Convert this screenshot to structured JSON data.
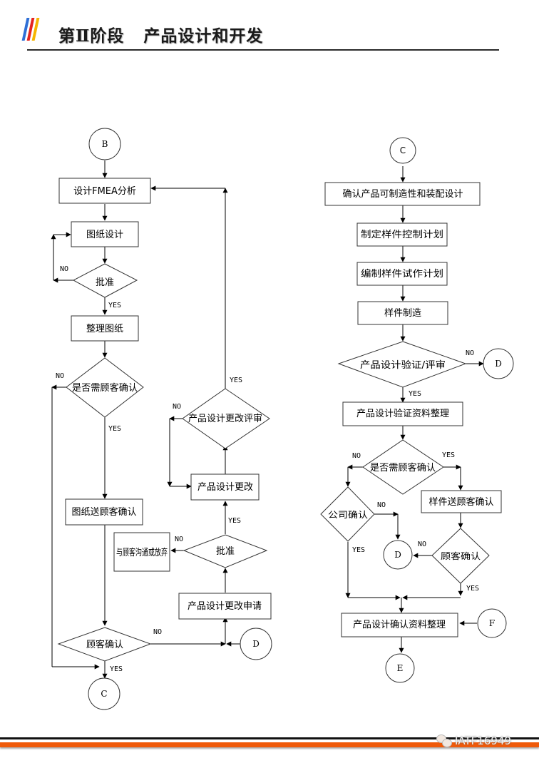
{
  "header": {
    "title": "第Ⅱ阶段   产品设计和开发",
    "chevron_colors": [
      "#2f6fd6",
      "#e52420",
      "#f6b400"
    ]
  },
  "labels": {
    "yes": "YES",
    "no": "NO"
  },
  "left_flow": {
    "start_connector": "B",
    "fmea": "设计FMEA分析",
    "drawing_design": "图纸设计",
    "approve_1": "批准",
    "organize_drawings": "整理图纸",
    "need_customer_confirm": "是否需顾客确认",
    "change_review": "产品设计更改评审",
    "design_change": "产品设计更改",
    "send_drawings": "图纸送顾客确认",
    "approve_2": "批准",
    "communicate_or_abandon": "与顾客沟通或放弃",
    "change_request": "产品设计更改申请",
    "customer_confirm": "顾客确认",
    "connector_d": "D",
    "end_connector": "C"
  },
  "right_flow": {
    "start_connector": "C",
    "manufacturability": "确认产品可制造性和装配设计",
    "sample_control_plan": "制定样件控制计划",
    "sample_trial_plan": "编制样件试作计划",
    "sample_manufacture": "样件制造",
    "verification_review": "产品设计验证/评审",
    "connector_d1": "D",
    "verification_docs": "产品设计验证资料整理",
    "need_customer_confirm": "是否需顾客确认",
    "company_confirm": "公司确认",
    "send_samples": "样件送顾客确认",
    "connector_d2": "D",
    "customer_confirm": "顾客确认",
    "confirm_docs": "产品设计确认资料整理",
    "connector_f": "F",
    "end_connector": "E"
  },
  "footer": {
    "watermark": "IATF16949",
    "orange": "#ef5a0a"
  }
}
